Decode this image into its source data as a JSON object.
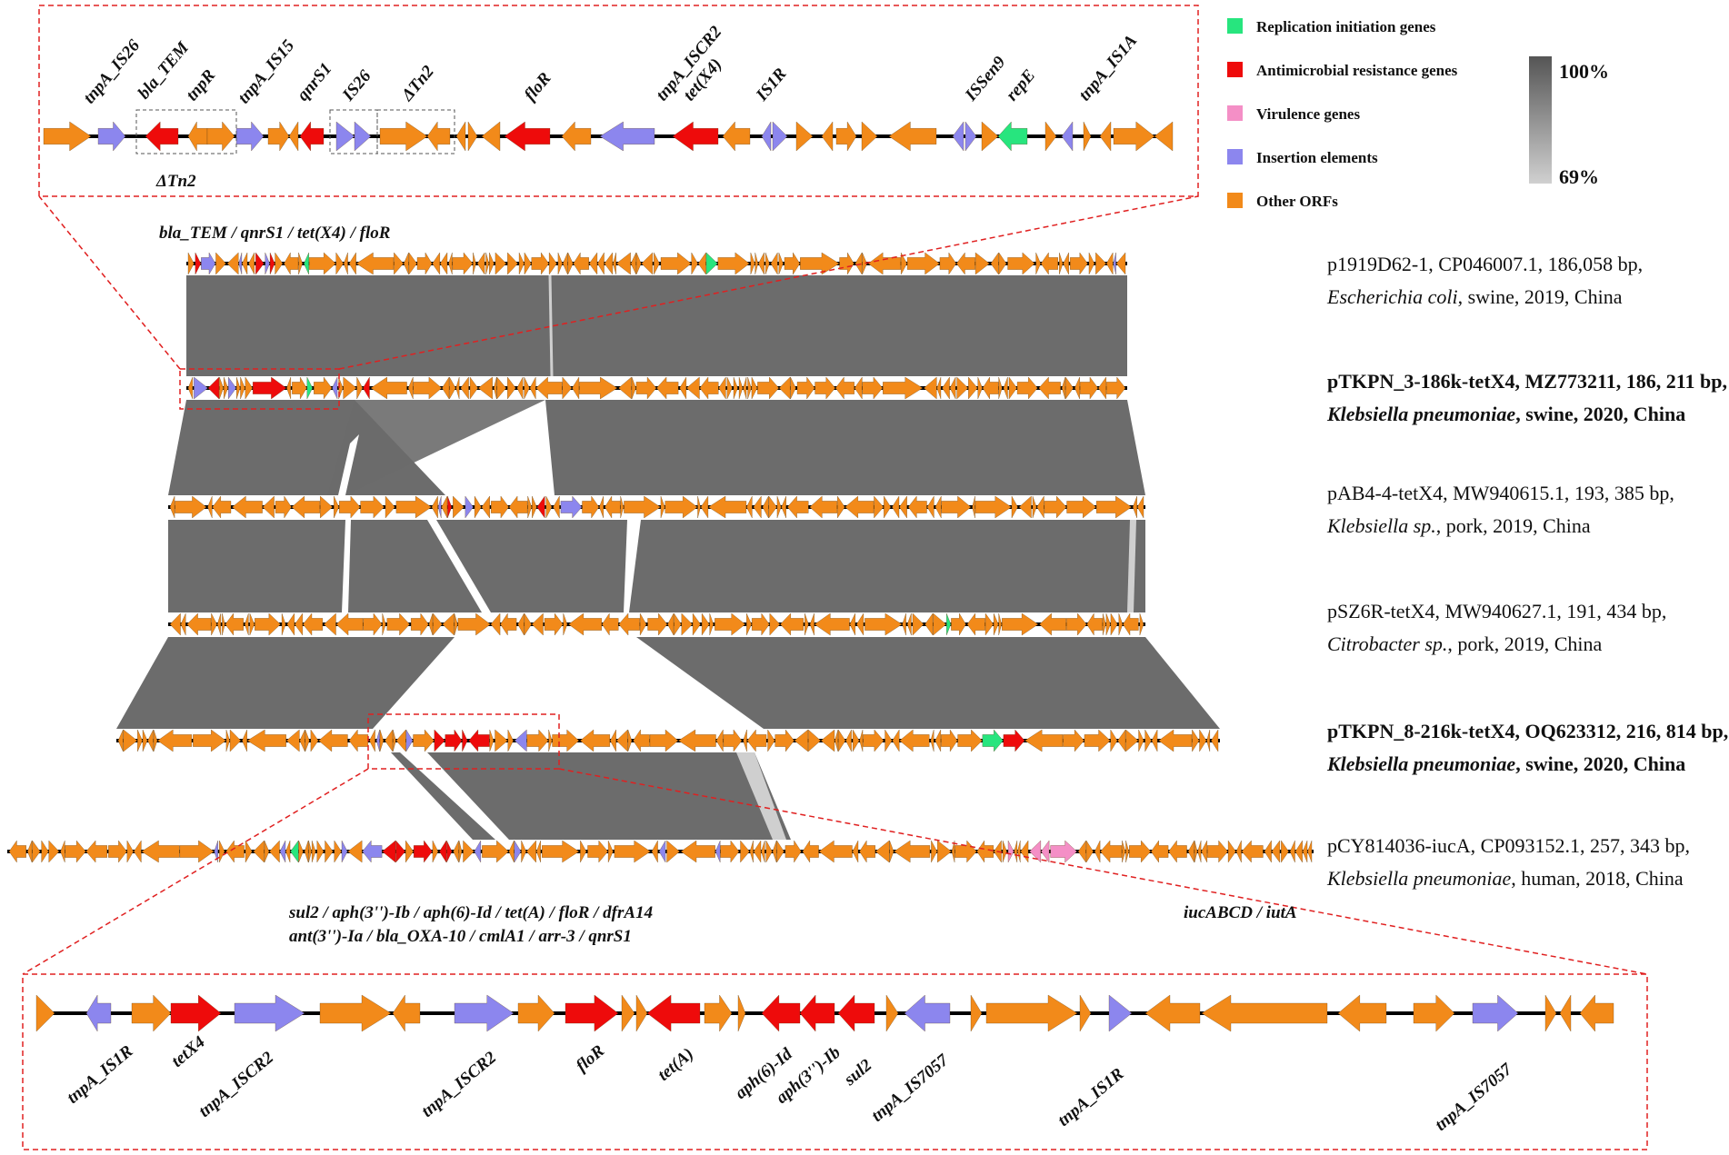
{
  "colors": {
    "replication": "#27e57e",
    "resistance": "#ee0b0b",
    "virulence": "#f48fc6",
    "insertion": "#8c86ee",
    "other": "#f28a1a",
    "homology": "#6c6c6c",
    "zoom_box": "#e02020"
  },
  "legend": {
    "items": [
      {
        "label": "Replication initiation genes",
        "color": "#27e57e"
      },
      {
        "label": "Antimicrobial resistance genes",
        "color": "#ee0b0b"
      },
      {
        "label": "Virulence genes",
        "color": "#f48fc6"
      },
      {
        "label": "Insertion elements",
        "color": "#8c86ee"
      },
      {
        "label": "Other ORFs",
        "color": "#f28a1a"
      }
    ],
    "scale_max": "100%",
    "scale_min": "69%"
  },
  "top_zoom": {
    "group_label": "bla_TEM / qnrS1 / tet(X4) / floR",
    "tn2_label": "ΔTn2",
    "genes": [
      {
        "label": "tnpA_IS26"
      },
      {
        "label": "bla_TEM"
      },
      {
        "label": "tnpR"
      },
      {
        "label": "tnpA_IS15"
      },
      {
        "label": "qnrS1"
      },
      {
        "label": "IS26"
      },
      {
        "label": "ΔTn2"
      },
      {
        "label": "floR"
      },
      {
        "label": "tnpA_ISCR2"
      },
      {
        "label": "tet(X4)"
      },
      {
        "label": "IS1R"
      },
      {
        "label": "ISSen9"
      },
      {
        "label": "repE"
      },
      {
        "label": "tnpA_IS1A"
      }
    ]
  },
  "plasmids": [
    {
      "line1": "p1919D62-1, CP046007.1, 186,058 bp,",
      "line2_species": "Escherichia coli",
      "line2_rest": ", swine, 2019, China",
      "bold": false
    },
    {
      "line1": "pTKPN_3-186k-tetX4, MZ773211, 186, 211 bp,",
      "line2_species": "Klebsiella pneumoniae",
      "line2_rest": ", swine, 2020, China",
      "bold": true
    },
    {
      "line1": "pAB4-4-tetX4, MW940615.1, 193, 385 bp,",
      "line2_species": "Klebsiella sp.",
      "line2_rest": ", pork, 2019,  China",
      "bold": false
    },
    {
      "line1": "pSZ6R-tetX4, MW940627.1, 191, 434 bp,",
      "line2_species": "Citrobacter sp.",
      "line2_rest": ", pork, 2019, China",
      "bold": false
    },
    {
      "line1": "pTKPN_8-216k-tetX4, OQ623312,  216, 814 bp,",
      "line2_species": "Klebsiella pneumoniae",
      "line2_rest": ", swine, 2020, China",
      "bold": true
    },
    {
      "line1": "pCY814036-iucA, CP093152.1, 257, 343 bp,",
      "line2_species": "Klebsiella pneumoniae",
      "line2_rest": ", human, 2018, China",
      "bold": false
    }
  ],
  "resistance_cluster": {
    "line1": "sul2 / aph(3'')-Ib / aph(6)-Id / tet(A) / floR / dfrA14",
    "line2": "ant(3'')-Ia / bla_OXA-10 / cmlA1 / arr-3 / qnrS1"
  },
  "virulence_cluster": "iucABCD / iutA",
  "bottom_zoom": {
    "genes": [
      {
        "label": "tnpA_IS1R"
      },
      {
        "label": "tetX4"
      },
      {
        "label": "tnpA_ISCR2"
      },
      {
        "label": "tnpA_ISCR2"
      },
      {
        "label": "floR"
      },
      {
        "label": "tet(A)"
      },
      {
        "label": "aph(6)-Id"
      },
      {
        "label": "aph(3'')-Ib"
      },
      {
        "label": "sul2"
      },
      {
        "label": "tnpA_IS7057"
      },
      {
        "label": "tnpA_IS1R"
      },
      {
        "label": "tnpA_IS7057"
      }
    ]
  }
}
